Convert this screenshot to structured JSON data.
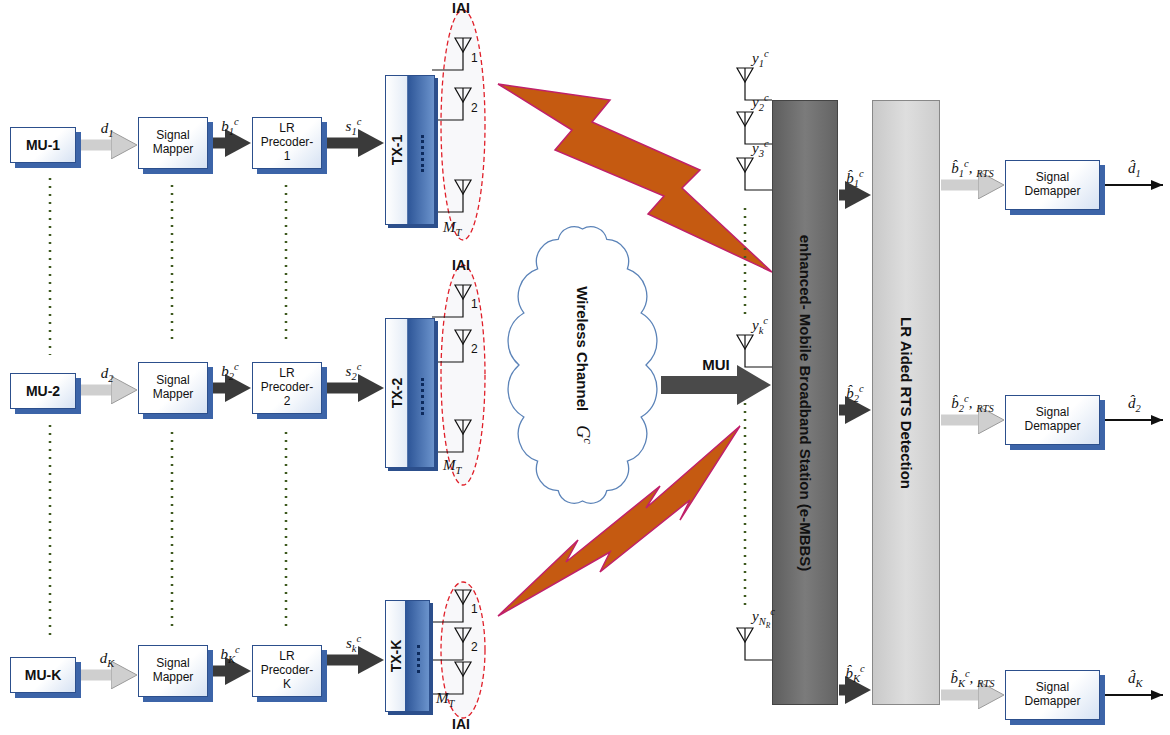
{
  "diagram": {
    "nodes": [
      {
        "text": [
          "MU-1"
        ]
      },
      {
        "text": [
          "Signal Mapper"
        ]
      },
      {
        "text": [
          "LR Precoder-1"
        ]
      },
      {
        "text": [
          "TX-1"
        ]
      },
      {
        "text": [
          "MU-2"
        ]
      },
      {
        "text": [
          "Signal Mapper"
        ]
      },
      {
        "text": [
          "LR Precoder-2"
        ]
      },
      {
        "text": [
          "TX-2"
        ]
      },
      {
        "text": [
          "MU-K"
        ]
      },
      {
        "text": [
          "Signal Mapper"
        ]
      },
      {
        "text": [
          "LR Precoder- K"
        ]
      },
      {
        "text": [
          "TX-K"
        ]
      },
      {
        "text": [
          "Wireless Channel",
          "G^c"
        ]
      },
      {
        "text": [
          "enhanced- Mobile Broadband Station (e-MBBS)"
        ]
      },
      {
        "text": [
          "LR Aided RTS Detection"
        ]
      },
      {
        "text": [
          "Signal Demapper"
        ]
      },
      {
        "text": [
          "Signal Demapper"
        ]
      },
      {
        "text": [
          "Signal Demapper"
        ]
      }
    ],
    "edges": [
      {
        "from": 0,
        "to": 1,
        "arrow": "to",
        "label": "d_1"
      },
      {
        "from": 1,
        "to": 2,
        "arrow": "to",
        "label": "b_1^c"
      },
      {
        "from": 2,
        "to": 3,
        "arrow": "to",
        "label": "s_1^c"
      },
      {
        "from": 4,
        "to": 5,
        "arrow": "to",
        "label": "d_2"
      },
      {
        "from": 5,
        "to": 6,
        "arrow": "to",
        "label": "b_2^c"
      },
      {
        "from": 6,
        "to": 7,
        "arrow": "to",
        "label": "s_2^c"
      },
      {
        "from": 8,
        "to": 9,
        "arrow": "to",
        "label": "d_K"
      },
      {
        "from": 9,
        "to": 10,
        "arrow": "to",
        "label": "b_K^c"
      },
      {
        "from": 10,
        "to": 11,
        "arrow": "to",
        "label": "s_k^c"
      },
      {
        "from": 12,
        "to": 13,
        "arrow": "to",
        "label": "MUI"
      },
      {
        "from": 13,
        "to": 14,
        "arrow": "to",
        "label": "b̂_1^c"
      },
      {
        "from": 13,
        "to": 14,
        "arrow": "to",
        "label": "b̂_2^c"
      },
      {
        "from": 13,
        "to": 14,
        "arrow": "to",
        "label": "b̂_K^c"
      },
      {
        "from": 14,
        "to": 15,
        "arrow": "to",
        "label": "b̂_1^c, _{RTS}"
      },
      {
        "from": 14,
        "to": 16,
        "arrow": "to",
        "label": "b̂_2^c, _{RTS}"
      },
      {
        "from": 14,
        "to": 17,
        "arrow": "to",
        "label": "b̂_K^c, _{RTS}"
      }
    ],
    "labels": [
      "IAI",
      "1",
      "2",
      "M_T",
      "IAI",
      "1",
      "2",
      "M_T",
      "1",
      "2",
      "M_T",
      "IAI",
      "y_1^c",
      "y_2^c",
      "y_3^c",
      "y_k^c",
      "y_{N_R}^c",
      "d̂_1",
      "d̂_2",
      "d̂_K"
    ]
  }
}
